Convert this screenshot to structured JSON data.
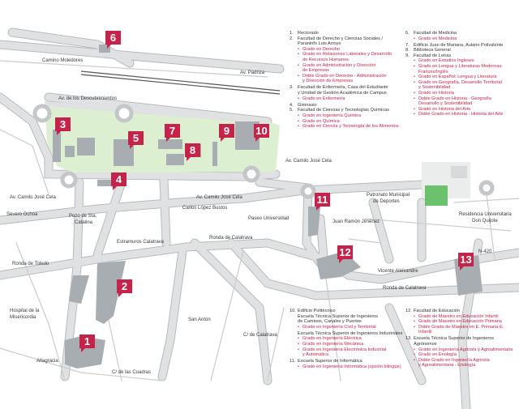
{
  "colors": {
    "campus": "#dcefd1",
    "building": "#a8adb2",
    "road": "#e0e1e2",
    "road_edge": "#b7babc",
    "badge": "#c4244a",
    "degree": "#c4244a",
    "sports_field": "#6cc26c"
  },
  "badges": [
    "1",
    "2",
    "3",
    "4",
    "5",
    "6",
    "7",
    "8",
    "9",
    "10",
    "11",
    "12",
    "13"
  ],
  "streets": {
    "camino_moledores": "Camino Moledores",
    "av_padriza": "Av. Padriza",
    "av_descubrimientos": "Av. de los Descubrimientos",
    "av_cjc_left": "Av. Camilo José Cela",
    "av_cjc_mid": "Av. Camilo José Cela",
    "av_cjc_right": "Av. Camilo José Cela",
    "severo_ochoa": "Severo Ochoa",
    "pozo_de_sta": "Pozo de Sta.",
    "catalina": "Catalina",
    "carlos_lopez_bustos": "Carlos López Bustos",
    "estramuros": "Estramuros Calatrava",
    "ronda_calatrava_top": "Ronda de Calatrava",
    "ronda_toledo": "Ronda de Toledo",
    "hospital_1": "Hospital de la",
    "hospital_2": "Misericordia",
    "altagracia": "Altagracia",
    "c_cuadras": "C/ de las Cuadras",
    "san_anton": "San Antón",
    "c_calatrava": "C/ de Calatrava",
    "paseo_universidad": "Paseo Universidad",
    "juan_ramon": "Juan Ramón Jiménez",
    "patronato_1": "Patronato Municipal",
    "patronato_2": "de Deportes",
    "residencia_1": "Residencia Universitaria",
    "residencia_2": "Don Quijote",
    "n420": "N-420",
    "vicente_aleixandre": "Vicente Aleixandre",
    "ronda_calatrava_bottom": "Ronda de Calatrava"
  },
  "legend_col1": [
    {
      "num": "1.",
      "lines": [
        "Rectorado"
      ],
      "degrees": []
    },
    {
      "num": "2.",
      "lines": [
        "Facultad de Derecho y Ciencias Sociales /",
        "Paraninfo Luis Arroyo"
      ],
      "degrees": [
        [
          "Grado en Derecho"
        ],
        [
          "Grado en Relaciones Laborales y Desarrollo",
          "de Recursos Humanos"
        ],
        [
          "Grado en Administración y Dirección",
          "de Empresas"
        ],
        [
          "Doble Grado en Derecho - Administración",
          "y Dirección de Empresas"
        ]
      ]
    },
    {
      "num": "3.",
      "lines": [
        "Facultad de Enfermería, Casa del Estudiante",
        "y Unidad de Gestión Académica de Campus"
      ],
      "degrees": [
        [
          "Grado en Enfermería"
        ]
      ]
    },
    {
      "num": "4.",
      "lines": [
        "Gimnasio"
      ],
      "degrees": []
    },
    {
      "num": "5.",
      "lines": [
        "Facultad de Ciencias y Tecnologías Químicas"
      ],
      "degrees": [
        [
          "Grado en Ingeniería Química"
        ],
        [
          "Grado en Química"
        ],
        [
          "Grado en Ciencia y Tecnología de los Alimentos"
        ]
      ]
    }
  ],
  "legend_col2": [
    {
      "num": "6.",
      "lines": [
        "Facultad de Medicina"
      ],
      "degrees": [
        [
          "Grado en Medicina"
        ]
      ]
    },
    {
      "num": "7.",
      "lines": [
        "Edificio Juan de Mariana, Aulario Polivalente"
      ],
      "degrees": []
    },
    {
      "num": "8.",
      "lines": [
        "Biblioteca General"
      ],
      "degrees": []
    },
    {
      "num": "9.",
      "lines": [
        "Facultad de Letras"
      ],
      "degrees": [
        [
          "Grado en Estudios Ingleses"
        ],
        [
          "Grado en Lengua y Literaturas Modernas:",
          "Francés/Inglés"
        ],
        [
          "Grado en Español: Lengua y Literatura"
        ],
        [
          "Grado en Geografía, Desarrollo Territorial",
          "y Sostenibilidad"
        ],
        [
          "Grado en Historia"
        ],
        [
          "Doble Grado en Historia - Geografía",
          "Desarrollo y Sostenibilidad"
        ],
        [
          "Grado en Historia del Arte"
        ],
        [
          "Doble Grado en Historia - Historia del Arte"
        ]
      ]
    }
  ],
  "legend_col3": [
    {
      "num": "10.",
      "lines": [
        "Edificio Politécnico"
      ],
      "subs": [],
      "groups": [
        {
          "title": [
            "Escuela Técnica Superior de Ingenieros",
            "de Caminos, Canales y Puertos"
          ],
          "degrees": [
            [
              "Grado en Ingeniería Civil y Territorial"
            ]
          ]
        },
        {
          "title": [
            "Escuela Técnica Superior de Ingenieros Industriales"
          ],
          "degrees": [
            [
              "Grado en Ingeniería Eléctrica"
            ],
            [
              "Grado en Ingeniería Mecánica"
            ],
            [
              "Grado en Ingeniería Electrónica Industrial",
              "y Automática"
            ]
          ]
        }
      ]
    },
    {
      "num": "11.",
      "lines": [
        "Escuela Superior de Informática"
      ],
      "groups": [
        {
          "title": [],
          "degrees": [
            [
              "Grado en Ingeniería Informática (opción bilingüe)"
            ]
          ]
        }
      ]
    }
  ],
  "legend_col4": [
    {
      "num": "12.",
      "lines": [
        "Facultad de Educación"
      ],
      "groups": [
        {
          "title": [],
          "degrees": [
            [
              "Grado de Maestro en Educación Infantil"
            ],
            [
              "Grado de Maestro en Educación Primaria"
            ],
            [
              "Doble Grado de Maestro en E. Primaria-E. Infantil"
            ]
          ]
        }
      ]
    },
    {
      "num": "13.",
      "lines": [
        "Escuela Técnica Superior de Ingenieros",
        "Agrónomos"
      ],
      "groups": [
        {
          "title": [],
          "degrees": [
            [
              "Grado en Ingeniería Agrícola y Agroalimentaria"
            ],
            [
              "Grado en Enología"
            ],
            [
              "Doble Grado en Ingeniería Agrícola",
              "y Agroalimentaria - Enología"
            ]
          ]
        }
      ]
    }
  ]
}
